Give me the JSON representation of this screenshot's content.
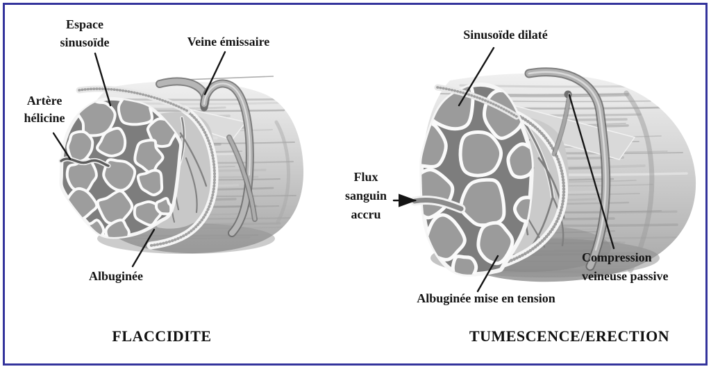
{
  "figure": {
    "border_color": "#34349c",
    "background_color": "#ffffff",
    "ink_color": "#141414"
  },
  "left_panel": {
    "caption": "FLACCIDITE",
    "labels": {
      "espace_sinusoide": {
        "line1": "Espace",
        "line2": "sinusoïde"
      },
      "veine_emissaire": {
        "line1": "Veine émissaire"
      },
      "artere_helicine": {
        "line1": "Artère",
        "line2": "hélicine"
      },
      "albuginee": {
        "line1": "Albuginée"
      }
    }
  },
  "right_panel": {
    "caption": "TUMESCENCE/ERECTION",
    "labels": {
      "sinusoide_dilate": {
        "line1": "Sinusoïde dilaté"
      },
      "flux_sanguin": {
        "line1": "Flux",
        "line2": "sanguin",
        "line3": "accru"
      },
      "compression_veineuse": {
        "line1": "Compression",
        "line2": "veineuse passive"
      },
      "albuginee_tension": {
        "line1": "Albuginée mise en tension"
      }
    }
  }
}
